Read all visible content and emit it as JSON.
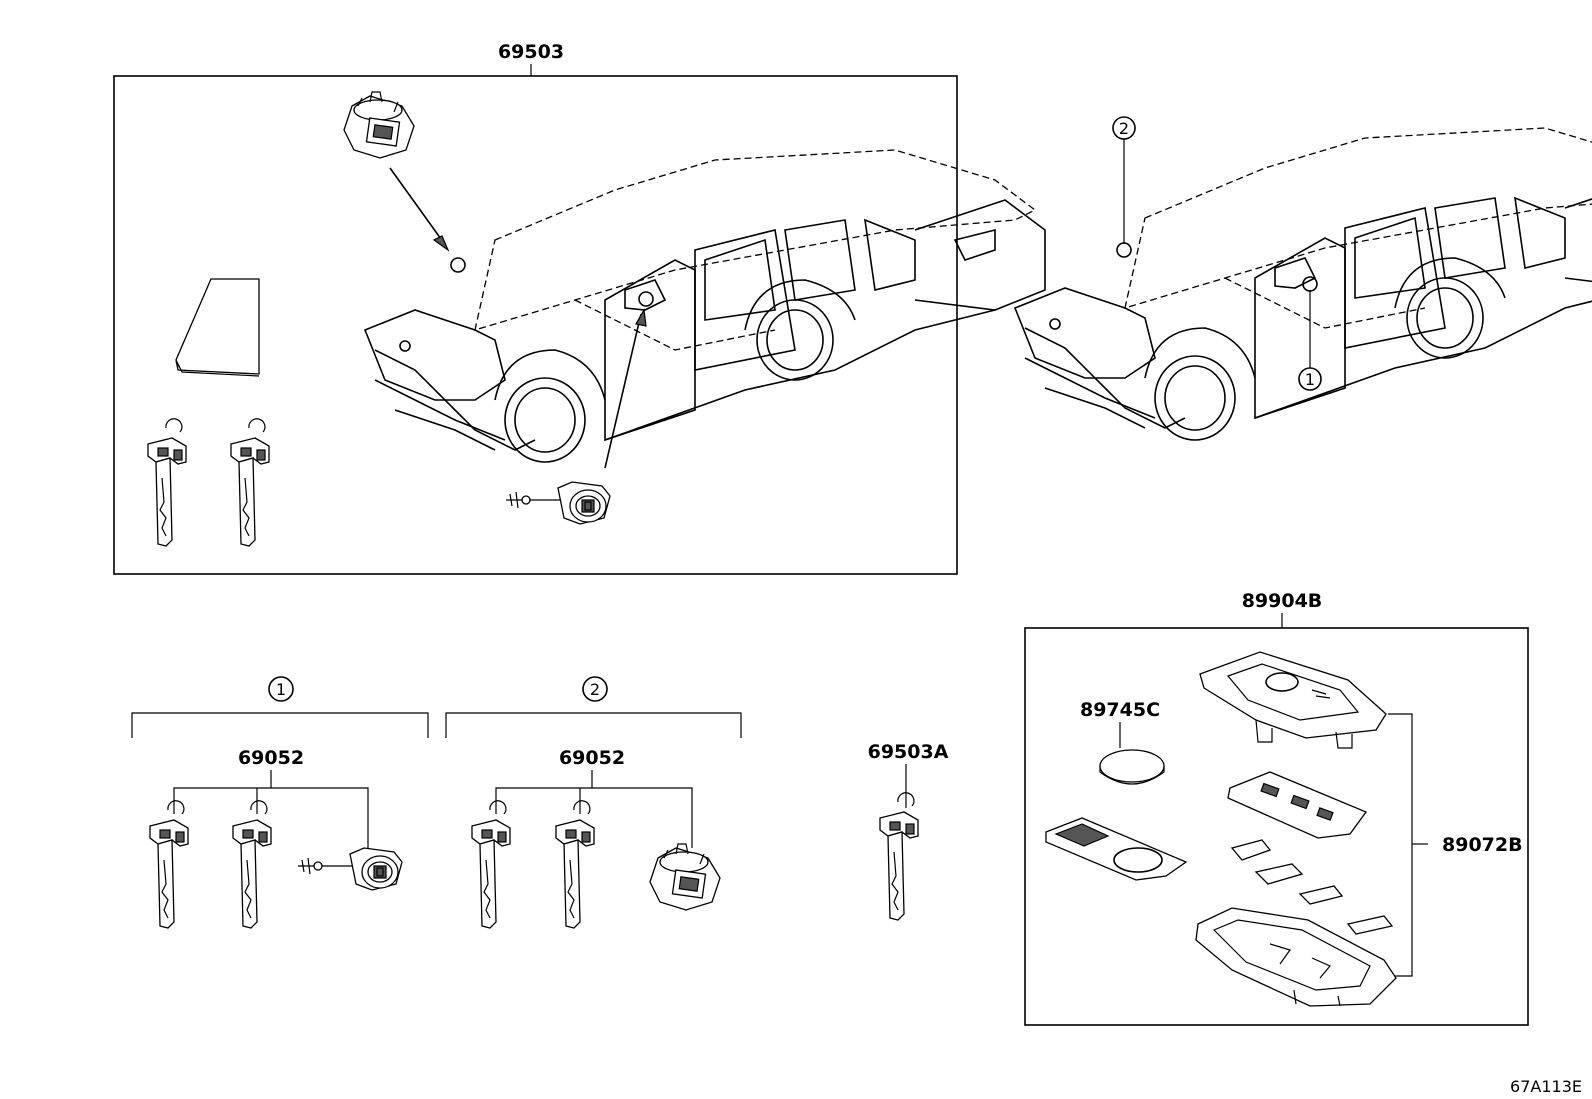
{
  "labels": {
    "main_assembly": "69503",
    "key_set_1": "69052",
    "key_set_2": "69052",
    "key_blank": "69503A",
    "smart_key": "89904B",
    "battery": "89745C",
    "transmitter_housing": "89072B",
    "figure_id": "67A113E"
  },
  "callouts": {
    "one": "1",
    "two": "2"
  }
}
